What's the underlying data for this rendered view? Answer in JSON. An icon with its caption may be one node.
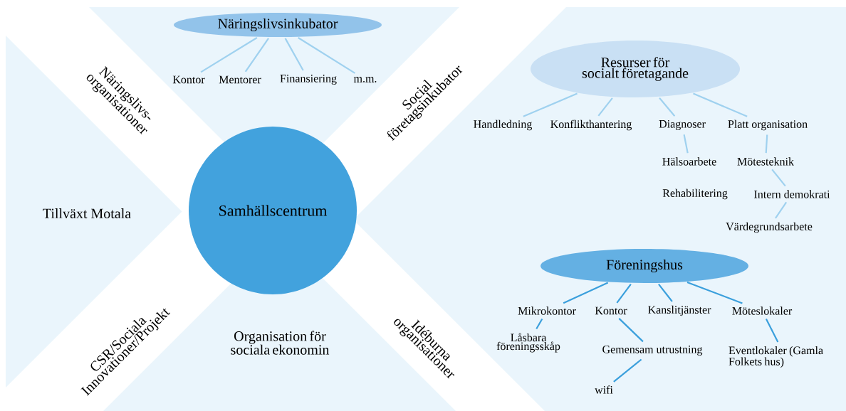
{
  "diagram": {
    "nodes": [
      {
        "text": [
          "Samhällscentrum"
        ]
      },
      {
        "text": [
          "Näringslivsinkubator"
        ]
      },
      {
        "text": [
          "Kontor"
        ]
      },
      {
        "text": [
          "Mentorer"
        ]
      },
      {
        "text": [
          "Finansiering"
        ]
      },
      {
        "text": [
          "m.m."
        ]
      },
      {
        "text": [
          "Resurser för socialt företagande"
        ]
      },
      {
        "text": [
          "Handledning"
        ]
      },
      {
        "text": [
          "Konflikthantering"
        ]
      },
      {
        "text": [
          "Diagnoser"
        ]
      },
      {
        "text": [
          "Platt organisation"
        ]
      },
      {
        "text": [
          "Hälsoarbete"
        ]
      },
      {
        "text": [
          "Mötesteknik"
        ]
      },
      {
        "text": [
          "Rehabilitering"
        ]
      },
      {
        "text": [
          "Intern demokrati"
        ]
      },
      {
        "text": [
          "Värdegrundsarbete"
        ]
      },
      {
        "text": [
          "Föreningshus"
        ]
      },
      {
        "text": [
          "Mikrokontor"
        ]
      },
      {
        "text": [
          "Kontor"
        ]
      },
      {
        "text": [
          "Kanslitjänster"
        ]
      },
      {
        "text": [
          "Möteslokaler"
        ]
      },
      {
        "text": [
          "Låsbara föreningsskåp"
        ]
      },
      {
        "text": [
          "Gemensam utrustning"
        ]
      },
      {
        "text": [
          "wifi"
        ]
      },
      {
        "text": [
          "Eventlokaler (Gamla Folkets hus)"
        ]
      }
    ],
    "edges": [
      {
        "from": 1,
        "to": 2,
        "arrow": "none"
      },
      {
        "from": 1,
        "to": 3,
        "arrow": "none"
      },
      {
        "from": 1,
        "to": 4,
        "arrow": "none"
      },
      {
        "from": 1,
        "to": 5,
        "arrow": "none"
      },
      {
        "from": 6,
        "to": 7,
        "arrow": "none"
      },
      {
        "from": 6,
        "to": 8,
        "arrow": "none"
      },
      {
        "from": 6,
        "to": 9,
        "arrow": "none"
      },
      {
        "from": 6,
        "to": 10,
        "arrow": "none"
      },
      {
        "from": 9,
        "to": 11,
        "arrow": "none"
      },
      {
        "from": 10,
        "to": 12,
        "arrow": "none"
      },
      {
        "from": 12,
        "to": 14,
        "arrow": "none"
      },
      {
        "from": 14,
        "to": 15,
        "arrow": "none"
      },
      {
        "from": 16,
        "to": 17,
        "arrow": "none",
        "color": "#3a9fdc"
      },
      {
        "from": 16,
        "to": 18,
        "arrow": "none",
        "color": "#3a9fdc"
      },
      {
        "from": 16,
        "to": 19,
        "arrow": "none",
        "color": "#3a9fdc"
      },
      {
        "from": 16,
        "to": 20,
        "arrow": "none",
        "color": "#3a9fdc"
      },
      {
        "from": 17,
        "to": 21,
        "arrow": "none",
        "color": "#3a9fdc"
      },
      {
        "from": 18,
        "to": 22,
        "arrow": "none",
        "color": "#3a9fdc"
      },
      {
        "from": 22,
        "to": 23,
        "arrow": "none",
        "color": "#3a9fdc"
      },
      {
        "from": 20,
        "to": 24,
        "arrow": "none",
        "color": "#3a9fdc"
      }
    ],
    "labels": [
      "Näringslivs- organisationer",
      "Social företagsinkubator",
      "Tillväxt Motala",
      "CSR/Sociala Innovationer/Projekt",
      "Organisation för sociala ekonomin",
      "Idéburna organisationer"
    ]
  }
}
